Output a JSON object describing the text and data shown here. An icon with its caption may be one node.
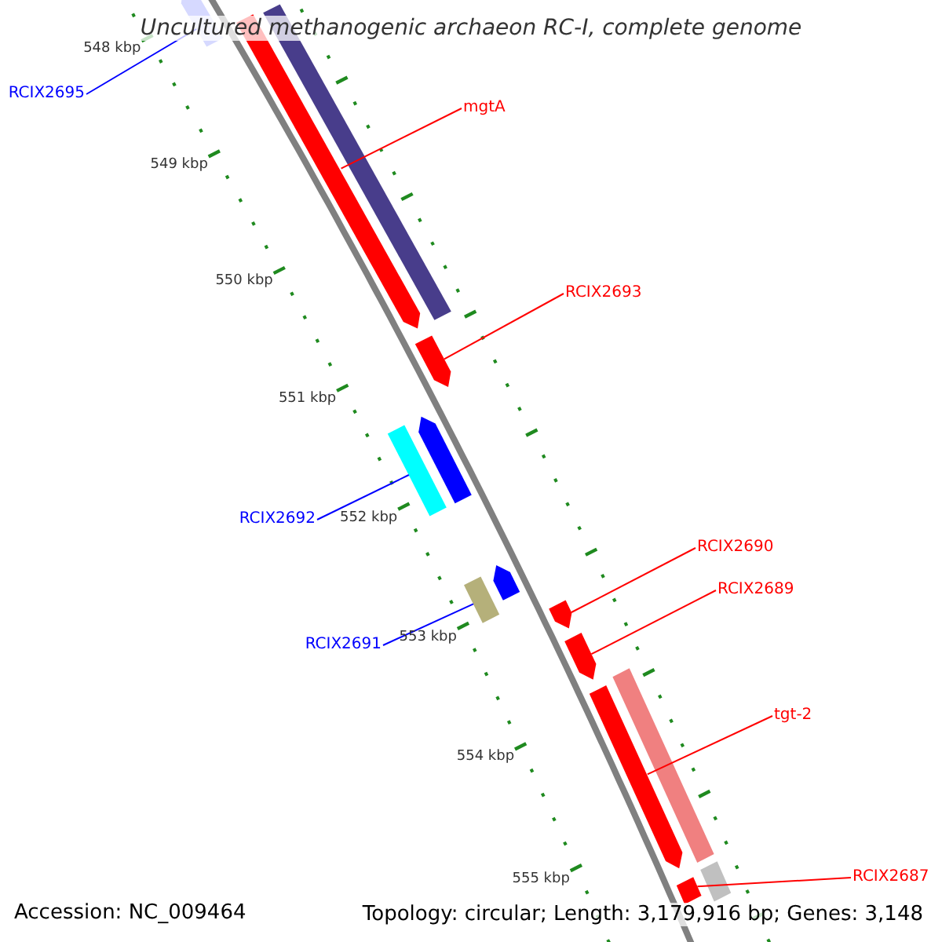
{
  "diagram": {
    "title": "Uncultured methanogenic archaeon RC-I, complete genome",
    "nodes": [
      {
        "text": [
          "RCIX2695"
        ]
      },
      {
        "text": [],
        "shape": "bar"
      },
      {
        "text": [
          "mgtA"
        ]
      },
      {
        "text": [],
        "shape": "bar"
      },
      {
        "text": [],
        "shape": "bar"
      },
      {
        "text": [
          "RCIX2693"
        ]
      },
      {
        "text": [],
        "shape": "bar"
      },
      {
        "text": [
          "RCIX2692"
        ]
      },
      {
        "text": [],
        "shape": "bar"
      },
      {
        "text": [],
        "shape": "bar"
      },
      {
        "text": [
          "RCIX2691"
        ]
      },
      {
        "text": [],
        "shape": "bar"
      },
      {
        "text": [],
        "shape": "bar"
      },
      {
        "text": [
          "RCIX2690"
        ]
      },
      {
        "text": [],
        "shape": "bar"
      },
      {
        "text": [
          "RCIX2689"
        ]
      },
      {
        "text": [],
        "shape": "bar"
      },
      {
        "text": [
          "tgt-2"
        ]
      },
      {
        "text": [],
        "shape": "bar"
      },
      {
        "text": [],
        "shape": "bar"
      },
      {
        "text": [
          "RCIX2687"
        ]
      },
      {
        "text": [],
        "shape": "bar"
      },
      {
        "text": [],
        "shape": "bar"
      }
    ],
    "edges": [
      {
        "from": 0,
        "to": 1,
        "arrow": "none",
        "color": "#0000ff"
      },
      {
        "from": 2,
        "to": 3,
        "arrow": "none"
      },
      {
        "from": 5,
        "to": 6,
        "arrow": "none"
      },
      {
        "from": 7,
        "to": 8,
        "arrow": "none",
        "color": "#0000ff"
      },
      {
        "from": 10,
        "to": 11,
        "arrow": "none",
        "color": "#0000ff"
      },
      {
        "from": 13,
        "to": 14,
        "arrow": "none"
      },
      {
        "from": 15,
        "to": 16,
        "arrow": "none"
      },
      {
        "from": 17,
        "to": 18,
        "arrow": "none"
      },
      {
        "from": 20,
        "to": 21,
        "arrow": "none"
      }
    ],
    "labels": [
      "548 kbp",
      "549 kbp",
      "550 kbp",
      "551 kbp",
      "552 kbp",
      "553 kbp",
      "554 kbp",
      "555 kbp",
      "Accession: NC_009464",
      "Topology: circular; Length: 3,179,916 bp; Genes: 3,148"
    ]
  }
}
